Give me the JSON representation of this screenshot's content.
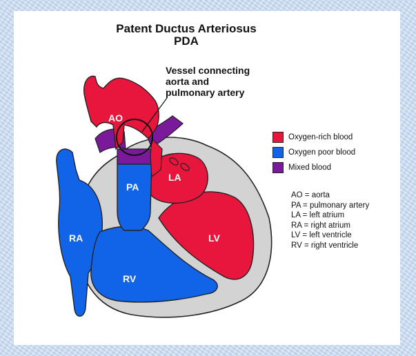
{
  "title": {
    "line1": "Patent Ductus Arteriosus",
    "line2": "PDA"
  },
  "callout": {
    "line1": "Vessel connecting",
    "line2": "aorta and",
    "line3": "pulmonary artery"
  },
  "chambers": {
    "ao": "AO",
    "pa": "PA",
    "la": "LA",
    "ra": "RA",
    "lv": "LV",
    "rv": "RV"
  },
  "legend": [
    {
      "label": "Oxygen-rich blood",
      "color": "#e8163c"
    },
    {
      "label": "Oxygen poor blood",
      "color": "#1163e8"
    },
    {
      "label": "Mixed blood",
      "color": "#7a1a9a"
    }
  ],
  "abbreviations": [
    "AO = aorta",
    "PA = pulmonary artery",
    "LA = left atrium",
    "RA = right atrium",
    "LV = left ventricle",
    "RV = right ventricle"
  ],
  "colors": {
    "oxygen_rich": "#e8163c",
    "oxygen_poor": "#1163e8",
    "mixed": "#7a1a9a",
    "wall": "#d3d3d3"
  }
}
